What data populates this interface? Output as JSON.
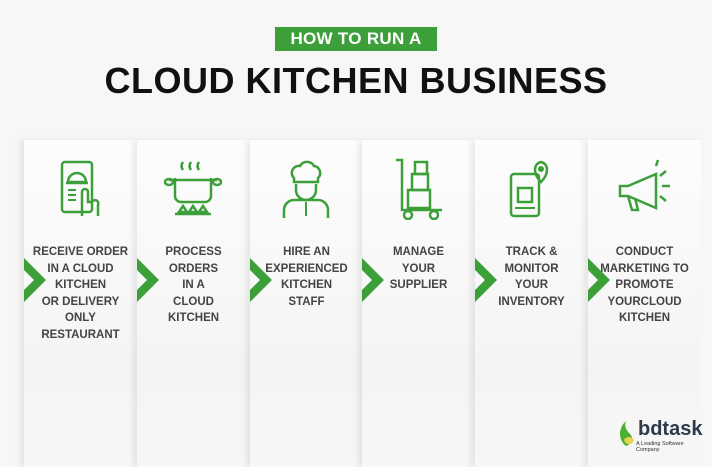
{
  "header": {
    "subtitle": "HOW TO RUN A",
    "title": "CLOUD KITCHEN BUSINESS"
  },
  "accent_color": "#3c9f3a",
  "steps": [
    {
      "icon": "smartphone-order-icon",
      "lines": [
        "RECEIVE ORDER",
        "IN A CLOUD",
        "KITCHEN",
        "OR DELIVERY",
        "ONLY",
        "RESTAURANT"
      ]
    },
    {
      "icon": "cooking-pot-icon",
      "lines": [
        "PROCESS",
        "ORDERS",
        "IN A",
        "CLOUD",
        "KITCHEN"
      ]
    },
    {
      "icon": "chef-icon",
      "lines": [
        "HIRE AN",
        "EXPERIENCED",
        "KITCHEN",
        "STAFF"
      ]
    },
    {
      "icon": "hand-truck-boxes-icon",
      "lines": [
        "MANAGE",
        "YOUR",
        "SUPPLIER"
      ]
    },
    {
      "icon": "phone-location-icon",
      "lines": [
        "TRACK &",
        "MONITOR",
        "YOUR",
        "INVENTORY"
      ]
    },
    {
      "icon": "megaphone-icon",
      "lines": [
        "CONDUCT",
        "MARKETING TO",
        "PROMOTE",
        "YOURCLOUD",
        "KITCHEN"
      ]
    }
  ],
  "logo": {
    "name": "bdtask",
    "tagline": "A Leading Software Company"
  }
}
